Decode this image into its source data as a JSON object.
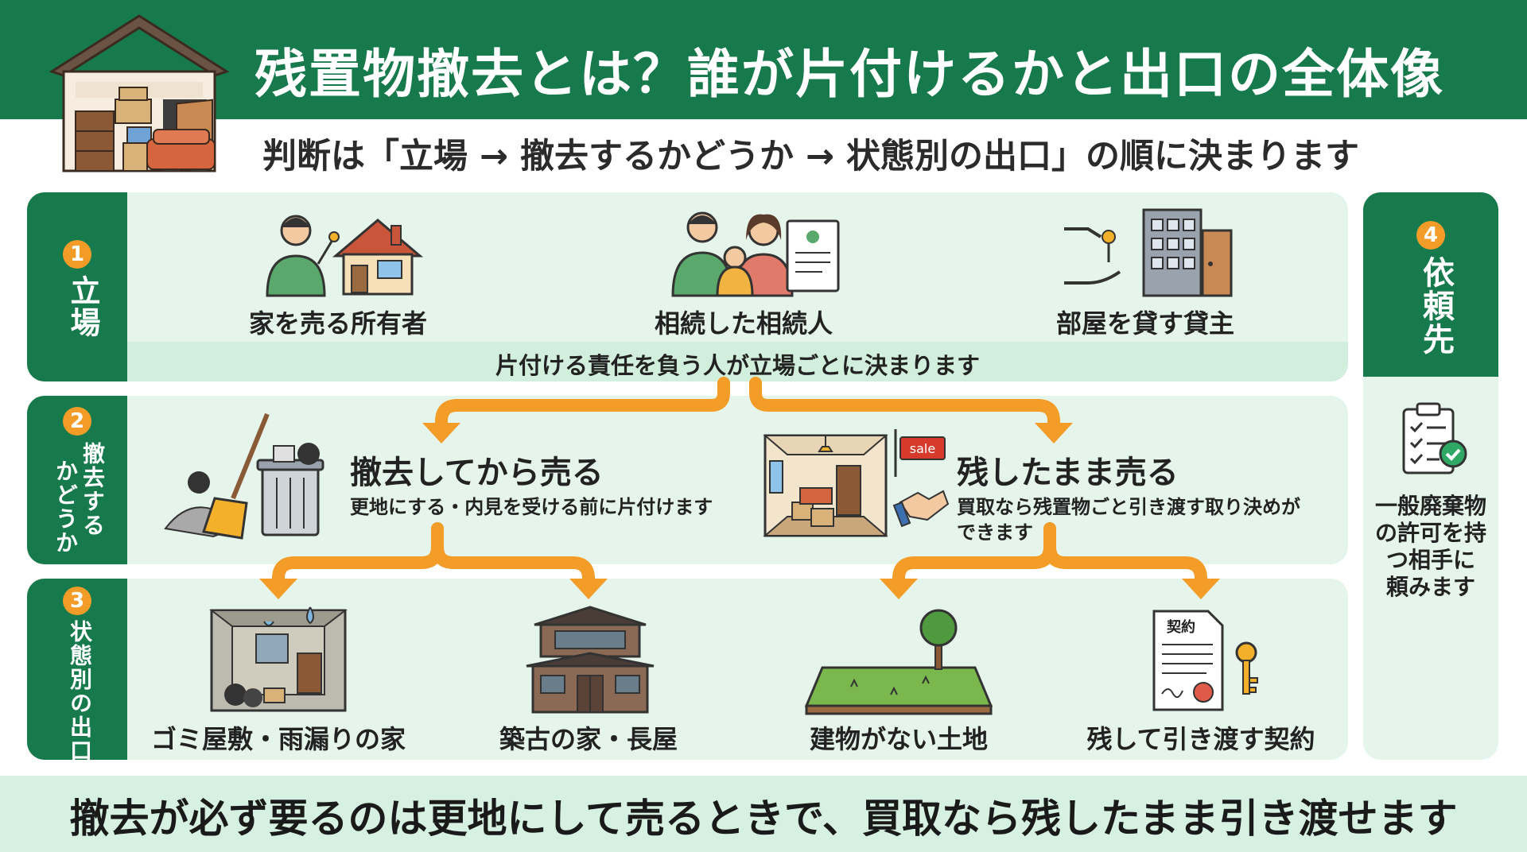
{
  "header": {
    "title": "残置物撤去とは？誰が片付けるかと出口の全体像",
    "subtitle": "判断は「立場 → 撤去するかどうか → 状態別の出口」の順に決まります"
  },
  "rows": {
    "r1": {
      "number": "1",
      "label": "立場"
    },
    "r2": {
      "number": "2",
      "label_line1": "撤去する",
      "label_line2": "かどうか"
    },
    "r3": {
      "number": "3",
      "label": "状態別の出口"
    }
  },
  "position": {
    "items": [
      {
        "label": "家を売る所有者"
      },
      {
        "label": "相続した相続人"
      },
      {
        "label": "部屋を貸す貸主"
      }
    ],
    "note": "片付ける責任を負う人が立場ごとに決まります"
  },
  "decision": {
    "remove": {
      "title": "撤去してから売る",
      "desc": "更地にする・内見を受ける前に片付けます"
    },
    "keep": {
      "title": "残したまま売る",
      "desc_line1": "買取なら残置物ごと引き渡す取り決めが",
      "desc_line2": "できます",
      "sign": "sale"
    }
  },
  "exits": {
    "items": [
      {
        "label": "ゴミ屋敷・雨漏りの家"
      },
      {
        "label": "築古の家・長屋"
      },
      {
        "label": "建物がない土地"
      },
      {
        "label": "残して引き渡す契約"
      }
    ],
    "contract_word": "契約"
  },
  "request": {
    "number": "4",
    "label": "依頼先",
    "desc": [
      "一般廃棄物",
      "の許可を持",
      "つ相手に",
      "頼みます"
    ]
  },
  "footer": {
    "text": "撤去が必ず要るのは更地にして売るときで、買取なら残したまま引き渡せます"
  },
  "colors": {
    "brand_green": "#177a4c",
    "light_green": "#e6f5ec",
    "accent_orange": "#f39c28",
    "footer_green": "#d6f1e1"
  }
}
